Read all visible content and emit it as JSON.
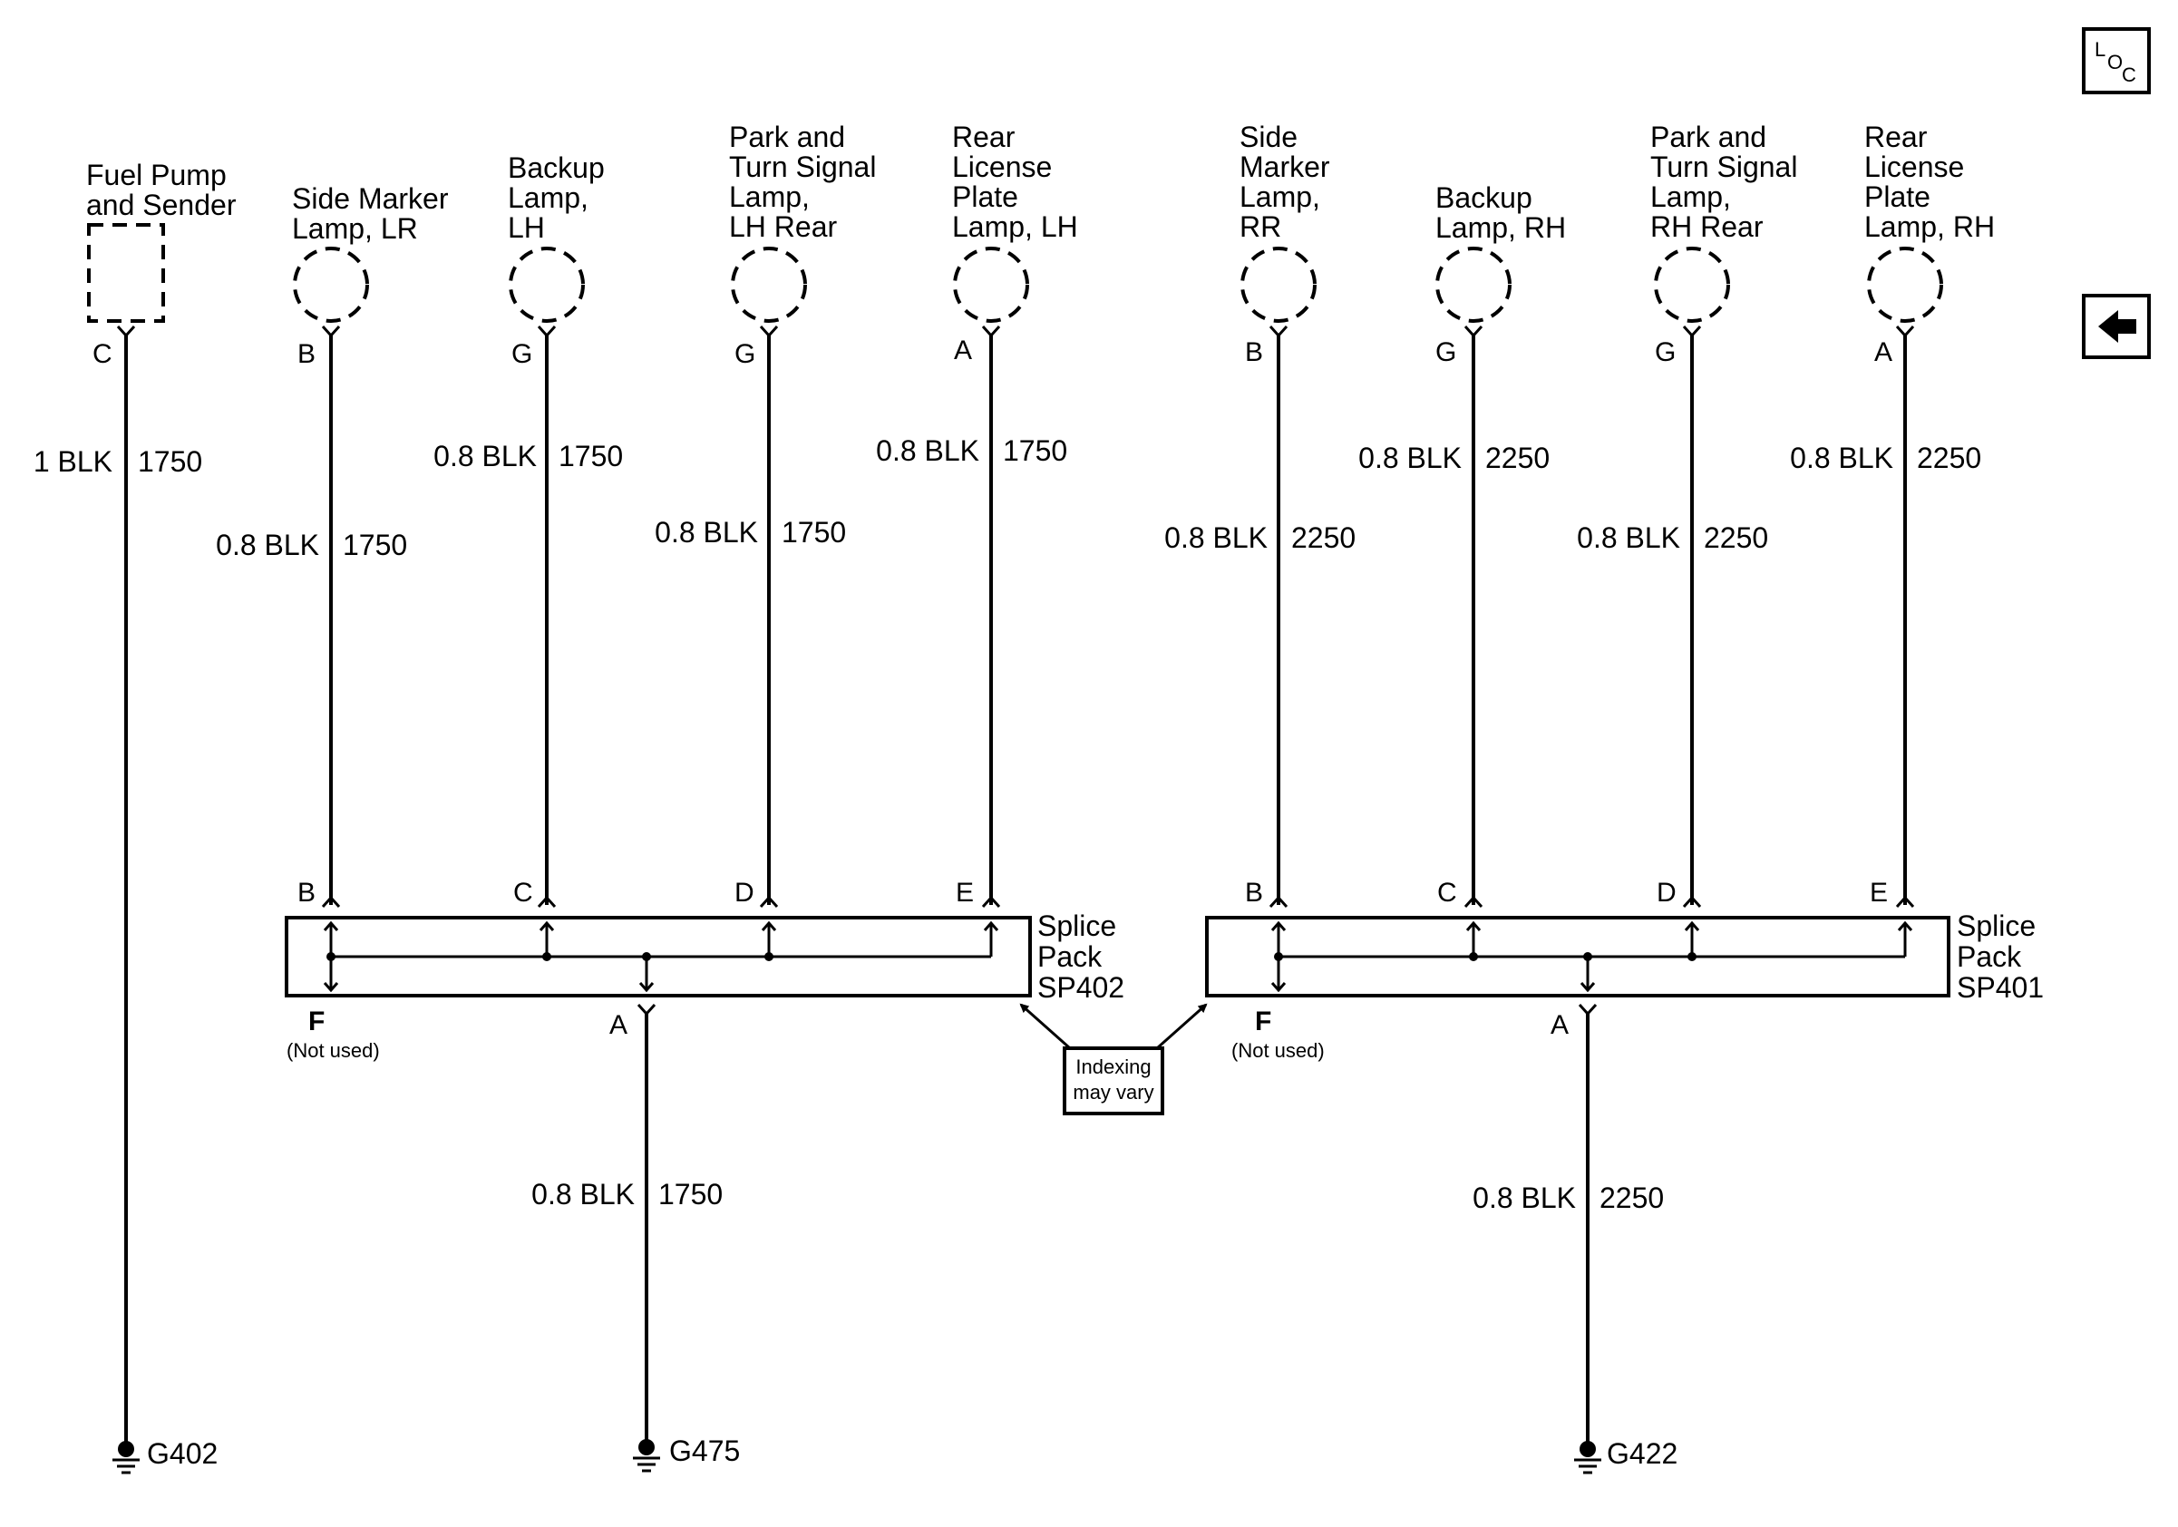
{
  "nav": {
    "loc_button": {
      "top": "L",
      "mid": "O",
      "bottom": "C"
    },
    "back_button": "back-arrow-icon"
  },
  "components": [
    {
      "id": "fuel-pump",
      "label": [
        "Fuel Pump",
        "and Sender"
      ],
      "pin": "C",
      "wire": {
        "size": "1 BLK",
        "circuit": "1750"
      }
    },
    {
      "id": "side-marker-lr",
      "label": [
        "Side Marker",
        "Lamp, LR"
      ],
      "pin": "B",
      "wire": {
        "size": "0.8 BLK",
        "circuit": "1750"
      }
    },
    {
      "id": "backup-lh",
      "label": [
        "Backup",
        "Lamp,",
        "LH"
      ],
      "pin": "G",
      "wire": {
        "size": "0.8 BLK",
        "circuit": "1750"
      }
    },
    {
      "id": "park-turn-lh",
      "label": [
        "Park and",
        "Turn Signal",
        "Lamp,",
        "LH Rear"
      ],
      "pin": "G",
      "wire": {
        "size": "0.8 BLK",
        "circuit": "1750"
      }
    },
    {
      "id": "license-lh",
      "label": [
        "Rear",
        "License",
        "Plate",
        "Lamp, LH"
      ],
      "pin": "A",
      "wire": {
        "size": "0.8 BLK",
        "circuit": "1750"
      }
    },
    {
      "id": "side-marker-rr",
      "label": [
        "Side",
        "Marker",
        "Lamp,",
        "RR"
      ],
      "pin": "B",
      "wire": {
        "size": "0.8 BLK",
        "circuit": "2250"
      }
    },
    {
      "id": "backup-rh",
      "label": [
        "Backup",
        "Lamp, RH"
      ],
      "pin": "G",
      "wire": {
        "size": "0.8 BLK",
        "circuit": "2250"
      }
    },
    {
      "id": "park-turn-rh",
      "label": [
        "Park and",
        "Turn Signal",
        "Lamp,",
        "RH Rear"
      ],
      "pin": "G",
      "wire": {
        "size": "0.8 BLK",
        "circuit": "2250"
      }
    },
    {
      "id": "license-rh",
      "label": [
        "Rear",
        "License",
        "Plate",
        "Lamp, RH"
      ],
      "pin": "A",
      "wire": {
        "size": "0.8 BLK",
        "circuit": "2250"
      }
    }
  ],
  "splice_packs": [
    {
      "id": "SP402",
      "label": [
        "Splice",
        "Pack",
        "SP402"
      ],
      "pins": [
        "B",
        "C",
        "D",
        "E"
      ],
      "unused_pin": "F",
      "not_used": "(Not used)",
      "out_pin": "A",
      "out_wire": {
        "size": "0.8 BLK",
        "circuit": "1750"
      },
      "ground": "G475"
    },
    {
      "id": "SP401",
      "label": [
        "Splice",
        "Pack",
        "SP401"
      ],
      "pins": [
        "B",
        "C",
        "D",
        "E"
      ],
      "unused_pin": "F",
      "not_used": "(Not used)",
      "out_pin": "A",
      "out_wire": {
        "size": "0.8 BLK",
        "circuit": "2250"
      },
      "ground": "G422"
    }
  ],
  "fuel_pump_ground": "G402",
  "note": [
    "Indexing",
    "may vary"
  ]
}
